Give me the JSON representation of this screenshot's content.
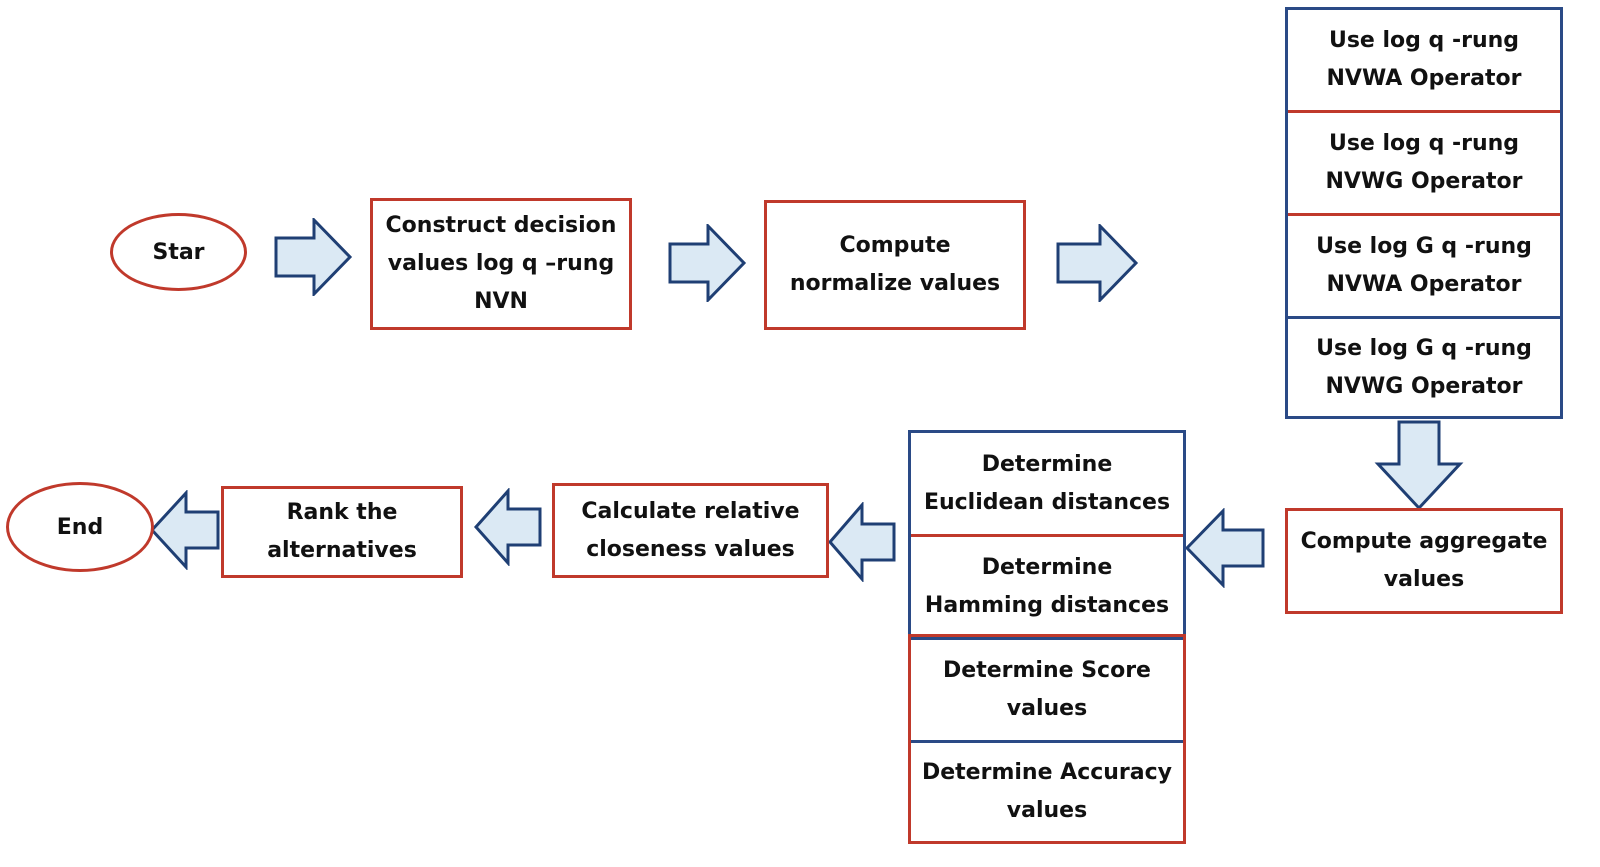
{
  "nodes": {
    "start": "Star",
    "construct": "Construct decision\nvalues log q –rung\nNVN",
    "normalize": "Compute\nnormalize values",
    "operators": [
      "Use log q -rung\nNVWA Operator",
      "Use log q -rung\nNVWG Operator",
      "Use log G q -rung\nNVWA Operator",
      "Use log G q -rung\nNVWG Operator"
    ],
    "aggregate": "Compute aggregate\nvalues",
    "determine": [
      "Determine\nEuclidean distances",
      "Determine\nHamming distances",
      "Determine Score\nvalues",
      "Determine Accuracy\nvalues"
    ],
    "closeness": "Calculate relative\ncloseness values",
    "rank": "Rank the\nalternatives",
    "end": "End"
  },
  "colors": {
    "red_border": "#c0392b",
    "blue_border": "#2a4a86",
    "arrow_fill": "#dbe9f4",
    "arrow_stroke": "#1f3f74"
  }
}
